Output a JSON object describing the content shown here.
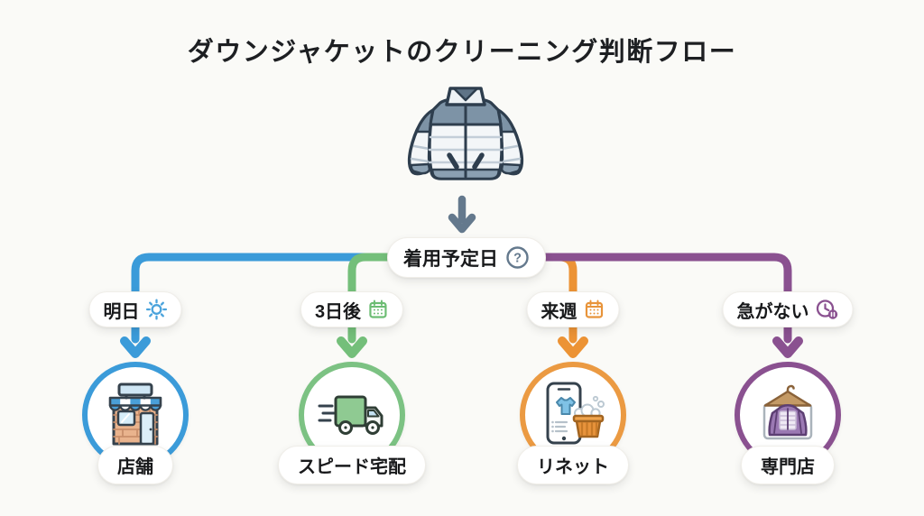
{
  "title": "ダウンジャケットのクリーニング判断フロー",
  "colors": {
    "branch_blue": "#3b9bd9",
    "branch_green": "#74bf7a",
    "branch_orange": "#ec9335",
    "branch_purple": "#8a5190",
    "slate_arrow": "#64798d",
    "background": "#fafaf7",
    "text": "#1d1f22"
  },
  "jacket": {
    "icon": "down-jacket-icon"
  },
  "flow": {
    "down_arrow_icon": "down-arrow-icon"
  },
  "root": {
    "label": "着用予定日",
    "help_icon": "question-circle-icon"
  },
  "branches": [
    {
      "condition": "明日",
      "condition_icon": "sun-icon",
      "color": "#3b9bd9",
      "result": "店舗",
      "result_icon": "storefront-icon"
    },
    {
      "condition": "3日後",
      "condition_icon": "calendar-icon",
      "color": "#74bf7a",
      "result": "スピード宅配",
      "result_icon": "delivery-truck-icon"
    },
    {
      "condition": "来週",
      "condition_icon": "calendar-icon",
      "color": "#ec9335",
      "result": "リネット",
      "result_icon": "phone-laundry-app-icon"
    },
    {
      "condition": "急がない",
      "condition_icon": "clock-pause-icon",
      "color": "#8a5190",
      "result": "専門店",
      "result_icon": "hanger-jacket-icon"
    }
  ]
}
